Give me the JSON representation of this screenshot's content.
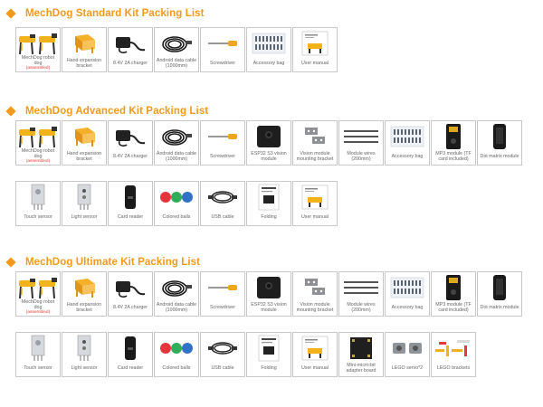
{
  "accent": "#f39a1c",
  "sections": [
    {
      "title": "MechDog Standard Kit Packing List",
      "rows": [
        [
          {
            "icon": "robot-dog-icon",
            "label": "MechDog robot dog",
            "sub": "(assembled)"
          },
          {
            "icon": "bracket-icon",
            "label": "Hand expansion bracket"
          },
          {
            "icon": "charger-icon",
            "label": "8.4V 2A charger"
          },
          {
            "icon": "cable-icon",
            "label": "Android data cable (1000mm)"
          },
          {
            "icon": "screwdriver-icon",
            "label": "Screwdriver"
          },
          {
            "icon": "accessory-bag-icon",
            "label": "Accessory bag"
          },
          {
            "icon": "manual-icon",
            "label": "User manual"
          }
        ]
      ]
    },
    {
      "title": "MechDog Advanced Kit Packing List",
      "rows": [
        [
          {
            "icon": "robot-dog-icon",
            "label": "MechDog robot dog",
            "sub": "(assembled)"
          },
          {
            "icon": "bracket-icon",
            "label": "Hand expansion bracket"
          },
          {
            "icon": "charger-icon",
            "label": "8.4V 2A charger"
          },
          {
            "icon": "cable-icon",
            "label": "Android data cable (1000mm)"
          },
          {
            "icon": "screwdriver-icon",
            "label": "Screwdriver"
          },
          {
            "icon": "vision-module-icon",
            "label": "ESP32 S3 vision module"
          },
          {
            "icon": "mounting-bracket-icon",
            "label": "Vision module mounting bracket"
          },
          {
            "icon": "module-wires-icon",
            "label": "Module wires (200mm)"
          },
          {
            "icon": "accessory-bag-icon",
            "label": "Accessory bag"
          },
          {
            "icon": "mp3-module-icon",
            "label": "MP3 module (TF card included)"
          },
          {
            "icon": "dot-matrix-icon",
            "label": "Dot matrix module"
          }
        ],
        [
          {
            "icon": "touch-sensor-icon",
            "label": "Touch sensor"
          },
          {
            "icon": "light-sensor-icon",
            "label": "Light sensor"
          },
          {
            "icon": "card-reader-icon",
            "label": "Card reader"
          },
          {
            "icon": "colored-balls-icon",
            "label": "Colored balls"
          },
          {
            "icon": "usb-cable-icon",
            "label": "USB cable"
          },
          {
            "icon": "folding-icon",
            "label": "Folding"
          },
          {
            "icon": "manual-icon",
            "label": "User manual"
          }
        ]
      ]
    },
    {
      "title": "MechDog Ultimate Kit Packing List",
      "rows": [
        [
          {
            "icon": "robot-dog-icon",
            "label": "MechDog robot dog",
            "sub": "(assembled)"
          },
          {
            "icon": "bracket-icon",
            "label": "Hand expansion bracket"
          },
          {
            "icon": "charger-icon",
            "label": "8.4V 2A charger"
          },
          {
            "icon": "cable-icon",
            "label": "Android data cable (1000mm)"
          },
          {
            "icon": "screwdriver-icon",
            "label": "Screwdriver"
          },
          {
            "icon": "vision-module-icon",
            "label": "ESP32 S3 vision module"
          },
          {
            "icon": "mounting-bracket-icon",
            "label": "Vision module mounting bracket"
          },
          {
            "icon": "module-wires-icon",
            "label": "Module wires (200mm)"
          },
          {
            "icon": "accessory-bag-icon",
            "label": "Accessory bag"
          },
          {
            "icon": "mp3-module-icon",
            "label": "MP3 module (TF card included)"
          },
          {
            "icon": "dot-matrix-icon",
            "label": "Dot matrix module"
          }
        ],
        [
          {
            "icon": "touch-sensor-icon",
            "label": "Touch sensor"
          },
          {
            "icon": "light-sensor-icon",
            "label": "Light sensor"
          },
          {
            "icon": "card-reader-icon",
            "label": "Card reader"
          },
          {
            "icon": "colored-balls-icon",
            "label": "Colored balls"
          },
          {
            "icon": "usb-cable-icon",
            "label": "USB cable"
          },
          {
            "icon": "folding-icon",
            "label": "Folding"
          },
          {
            "icon": "manual-icon",
            "label": "User manual"
          },
          {
            "icon": "adapter-board-icon",
            "label": "Mini-micro:bit adapter board"
          },
          {
            "icon": "lego-servo-icon",
            "label": "LEGO servo*2"
          },
          {
            "icon": "lego-brackets-icon",
            "label": "LEGO brackets"
          }
        ]
      ]
    }
  ]
}
